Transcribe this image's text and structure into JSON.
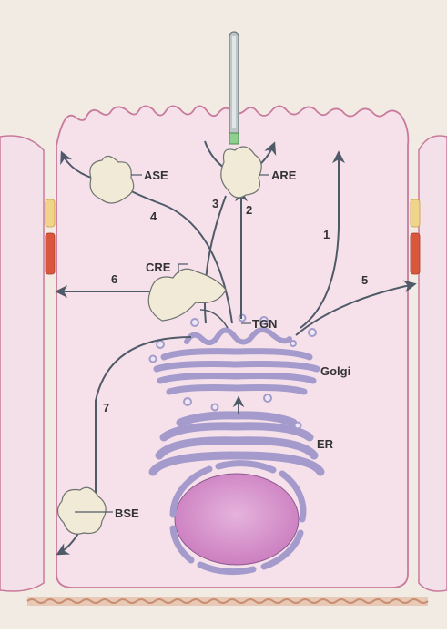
{
  "labels": {
    "ase": "ASE",
    "are": "ARE",
    "cre": "CRE",
    "tgn": "TGN",
    "golgi": "Golgi",
    "er": "ER",
    "bse": "BSE"
  },
  "routes": [
    "1",
    "2",
    "3",
    "4",
    "5",
    "6",
    "7"
  ],
  "colors": {
    "background": "#f1ebe3",
    "cytoplasm": "#f6e1ea",
    "membrane": "#c97a9b",
    "organelle": "#a49bcc",
    "organelle_stroke": "#7a70ae",
    "nucleus": "#d693cb",
    "arrow": "#4f5a68",
    "endosome": "#f1ead6",
    "junction_yellow": "#f0d48a",
    "junction_red": "#d9573d",
    "cilium_tip": "#8fcf8f",
    "basement": "#c98e72"
  }
}
